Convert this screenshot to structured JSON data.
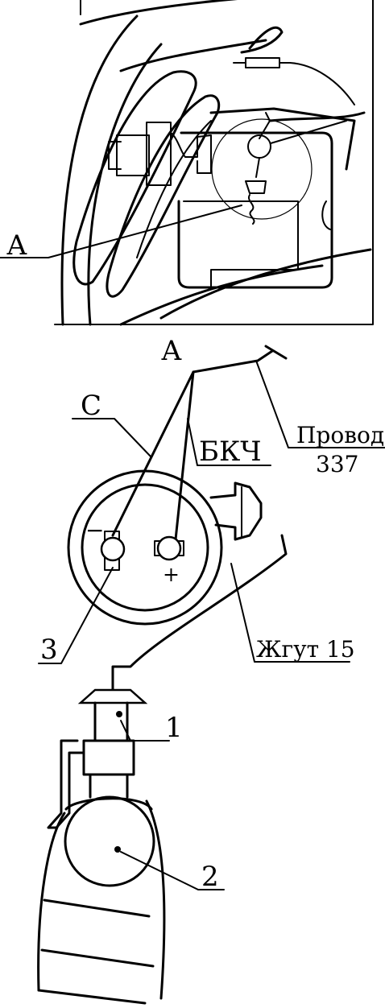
{
  "overview": {
    "view_callout": "А"
  },
  "detail": {
    "view_title": "А",
    "labels": {
      "c": "С",
      "bkch": "БКЧ",
      "wire_line1": "Провод",
      "wire_line2": "337",
      "minus": "−",
      "plus": "+",
      "harness": "Жгут 15",
      "item1": "1",
      "item2": "2",
      "item3": "3"
    }
  }
}
